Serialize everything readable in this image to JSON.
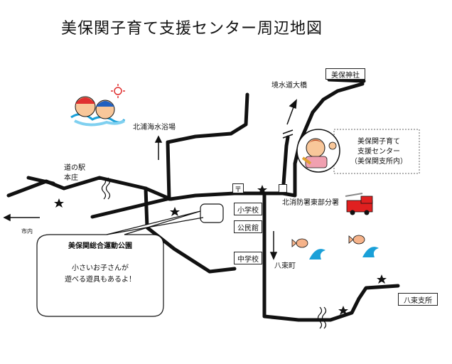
{
  "title": "美保関子育て支援センター周辺地図",
  "labels": {
    "michi_no_eki": "道の駅\n本庄",
    "kitaura_beach": "北浦海水浴場",
    "bridge": "境水道大橋",
    "shrine": "美保神社",
    "elementary_school": "小学校",
    "community_hall": "公民館",
    "junior_high": "中学校",
    "fire_station": "北消防署東部分署",
    "yatsuka_town": "八束町",
    "yatsuka_branch": "八束支所",
    "to_city": "市内",
    "post_office": "〒"
  },
  "center_label": "美保関子育て\n支援センター\n（美保関支所内）",
  "callout": {
    "name": "美保関総合運動公園",
    "text": "小さいお子さんが\n遊べる遊具もあるよ！"
  },
  "colors": {
    "road": "#111111",
    "water": "#1aa0d8",
    "fire_truck": "#e02020"
  },
  "icons": [
    "children-swimming-icon",
    "sun-icon",
    "child-waving-icon",
    "fire-truck-icon",
    "fish-wave-icon",
    "star-icon",
    "river-wave-icon",
    "arrow-icon"
  ]
}
